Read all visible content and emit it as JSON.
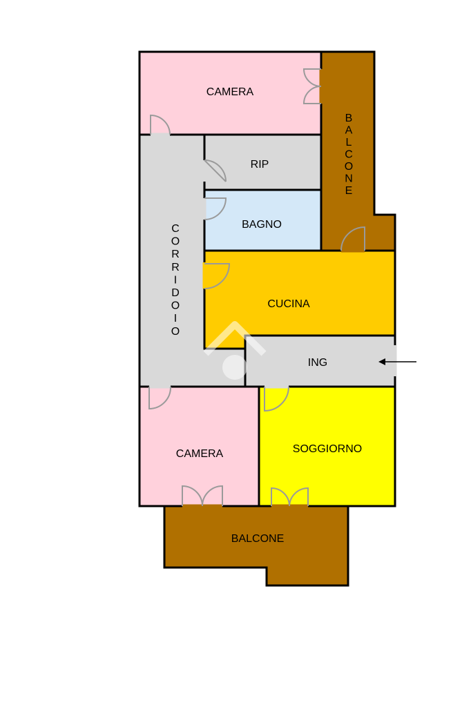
{
  "colors": {
    "camera": "#ffd1dc",
    "corridoio": "#d9d9d9",
    "rip": "#d9d9d9",
    "bagno": "#d4e8f8",
    "cucina": "#ffcc00",
    "ingresso": "#d9d9d9",
    "soggiorno": "#ffff00",
    "balcone": "#b07000",
    "wall": "#000000",
    "door": "#9a9a9a"
  },
  "rooms": {
    "camera_top": "CAMERA",
    "rip": "RIP",
    "bagno": "BAGNO",
    "corridoio": "CORRIDOIO",
    "cucina": "CUCINA",
    "ingresso": "ING",
    "camera_bottom": "CAMERA",
    "soggiorno": "SOGGIORNO",
    "balcone_right": "BALCONE",
    "balcone_bottom": "BALCONE"
  },
  "icons": {
    "entrance": "arrow-left-icon",
    "watermark": "house-watermark-icon"
  }
}
